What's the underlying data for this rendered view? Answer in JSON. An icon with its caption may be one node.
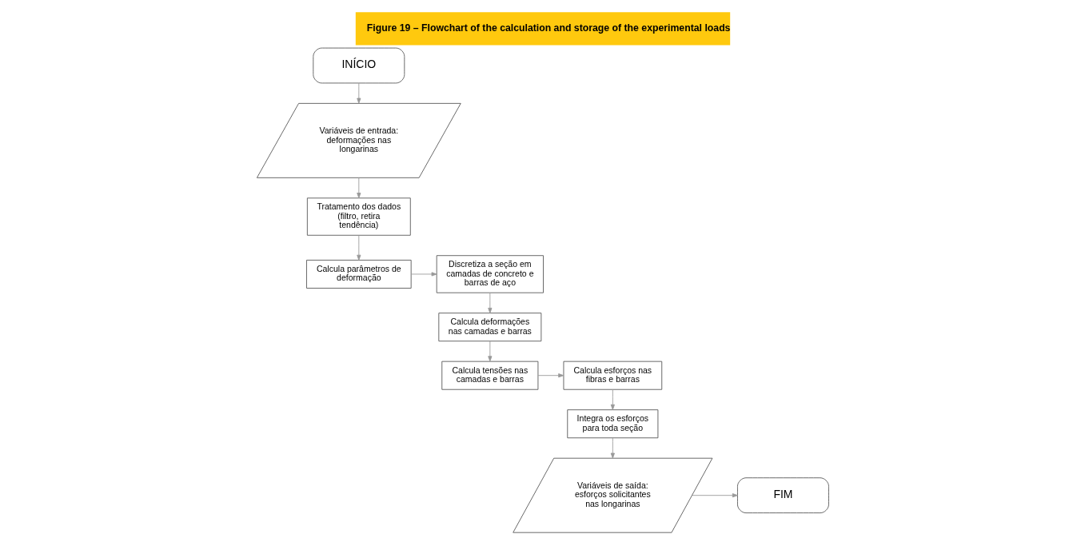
{
  "diagram": {
    "title": "Figure 19 – Flowchart of the calculation and storage of the experimental loads",
    "nodes": [
      {
        "text": [
          "INÍCIO"
        ]
      },
      {
        "text": [
          "Variáveis de entrada: deformações nas longarinas"
        ]
      },
      {
        "text": [
          "Tratamento dos dados (filtro, retira tendência)"
        ]
      },
      {
        "text": [
          "Calcula parâmetros de deformação"
        ]
      },
      {
        "text": [
          "Discretiza a seção em camadas de concreto e barras de aço"
        ]
      },
      {
        "text": [
          "Calcula deformações nas camadas e barras"
        ]
      },
      {
        "text": [
          "Calcula tensões nas camadas e barras"
        ]
      },
      {
        "text": [
          "Calcula esforços nas fibras e barras"
        ]
      },
      {
        "text": [
          "Integra os esforços para toda seção"
        ]
      },
      {
        "text": [
          "Variáveis de saída: esforços solicitantes nas longarinas"
        ]
      },
      {
        "text": [
          "FIM"
        ]
      }
    ],
    "edges": [
      {
        "from": 0,
        "to": 1,
        "arrow": "to"
      },
      {
        "from": 1,
        "to": 2,
        "arrow": "to"
      },
      {
        "from": 2,
        "to": 3,
        "arrow": "to"
      },
      {
        "from": 3,
        "to": 4,
        "arrow": "to"
      },
      {
        "from": 4,
        "to": 5,
        "arrow": "to"
      },
      {
        "from": 5,
        "to": 6,
        "arrow": "to"
      },
      {
        "from": 6,
        "to": 7,
        "arrow": "to"
      },
      {
        "from": 7,
        "to": 8,
        "arrow": "to"
      },
      {
        "from": 8,
        "to": 9,
        "arrow": "to"
      },
      {
        "from": 9,
        "to": 10,
        "arrow": "to"
      }
    ]
  }
}
